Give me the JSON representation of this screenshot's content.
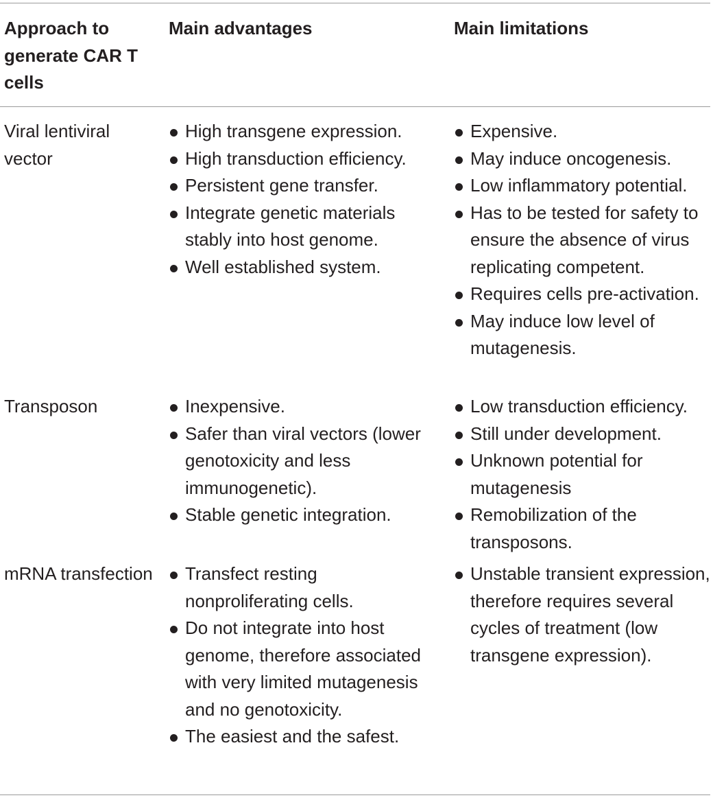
{
  "header": {
    "col1": "Approach to generate CAR T cells",
    "col2": "Main advantages",
    "col3": "Main limitations"
  },
  "rows": [
    {
      "approach": "Viral lentiviral vector",
      "advantages": [
        "High transgene expression.",
        "High transduction efficiency.",
        "Persistent gene transfer.",
        "Integrate genetic materials stably into host genome.",
        "Well established system."
      ],
      "limitations": [
        "Expensive.",
        "May induce oncogenesis.",
        "Low inflammatory potential.",
        "Has to be tested for safety to ensure the absence of virus replicating competent.",
        "Requires cells pre-activation.",
        "May induce low level of mutagenesis."
      ]
    },
    {
      "approach": "Transposon",
      "advantages": [
        "Inexpensive.",
        "Safer than viral vectors (lower genotoxicity and less immunogenetic).",
        "Stable genetic integration."
      ],
      "limitations": [
        "Low transduction efficiency.",
        "Still under development.",
        "Unknown potential for mutagenesis",
        "Remobilization of the transposons."
      ]
    },
    {
      "approach": "mRNA transfection",
      "advantages": [
        "Transfect resting nonproliferating cells.",
        "Do not integrate into host genome, therefore associated with very limited mutagenesis and no genotoxicity.",
        "The easiest and the safest."
      ],
      "limitations": [
        "Unstable transient expression, therefore requires several cycles of treatment (low transgene expression)."
      ]
    }
  ]
}
